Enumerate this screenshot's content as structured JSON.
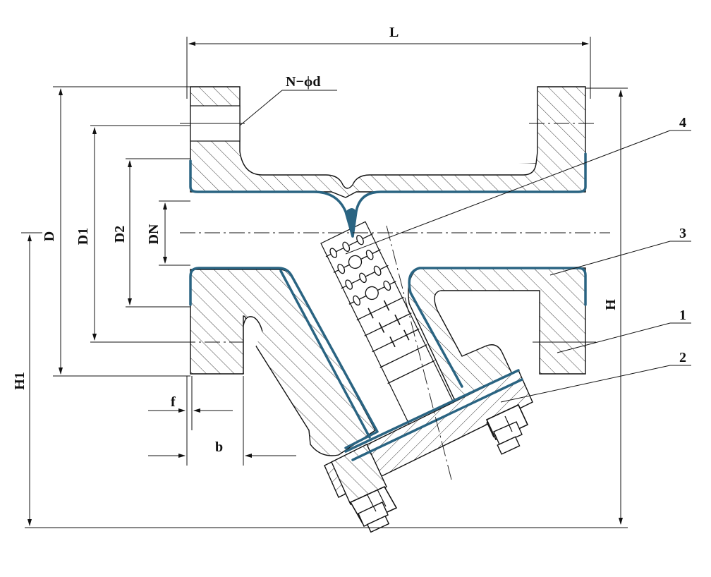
{
  "dimensions": {
    "L": "L",
    "N_phi_d": "N−ϕd",
    "D": "D",
    "D1": "D1",
    "D2": "D2",
    "DN": "DN",
    "H": "H",
    "H1": "H1",
    "f": "f",
    "b": "b"
  },
  "part_numbers": {
    "p1": "1",
    "p2": "2",
    "p3": "3",
    "p4": "4"
  },
  "colors": {
    "lining": "#2a6482",
    "line": "#111111"
  }
}
